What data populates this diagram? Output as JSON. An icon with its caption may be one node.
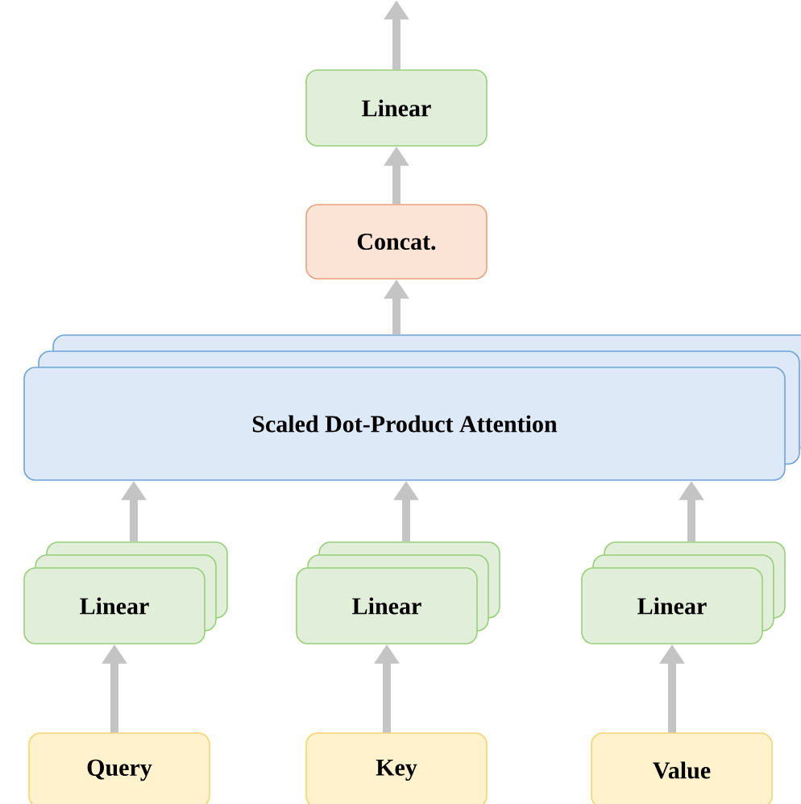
{
  "diagram": {
    "nodes": [
      {
        "text": [
          "Linear"
        ]
      },
      {
        "text": [
          "Concat."
        ]
      },
      {
        "text": [
          "Scaled Dot-Product Attention"
        ]
      },
      {
        "text": [
          "Linear"
        ]
      },
      {
        "text": [
          "Linear"
        ]
      },
      {
        "text": [
          "Linear"
        ]
      },
      {
        "text": [
          "Query"
        ]
      },
      {
        "text": [
          "Key"
        ]
      },
      {
        "text": [
          "Value"
        ]
      }
    ],
    "edges": [
      {
        "from": 6,
        "to": 3,
        "arrow": "to"
      },
      {
        "from": 7,
        "to": 4,
        "arrow": "to"
      },
      {
        "from": 8,
        "to": 5,
        "arrow": "to"
      },
      {
        "from": 3,
        "to": 2,
        "arrow": "to"
      },
      {
        "from": 4,
        "to": 2,
        "arrow": "to"
      },
      {
        "from": 5,
        "to": 2,
        "arrow": "to"
      },
      {
        "from": 2,
        "to": 1,
        "arrow": "to"
      },
      {
        "from": 1,
        "to": 0,
        "arrow": "to"
      },
      {
        "from": 0,
        "to": null,
        "arrow": "to"
      }
    ]
  }
}
